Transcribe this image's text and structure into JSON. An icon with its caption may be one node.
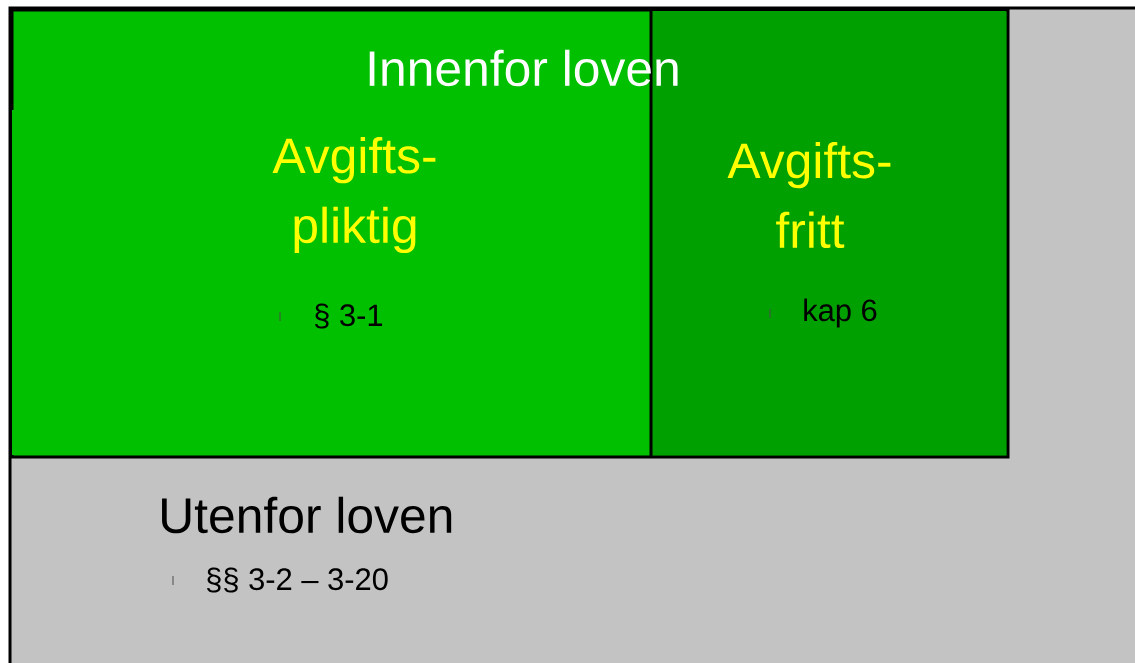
{
  "diagram": {
    "nodes": [
      {
        "text": [
          "Utenfor loven",
          "§§ 3-2 – 3-20"
        ]
      },
      {
        "text": [
          "Innenfor loven"
        ],
        "in": 0
      },
      {
        "text": [
          "Avgifts- pliktig",
          "§ 3-1"
        ],
        "in": 1
      },
      {
        "text": [
          "Avgifts- fritt",
          "kap 6"
        ],
        "in": 1
      }
    ]
  }
}
